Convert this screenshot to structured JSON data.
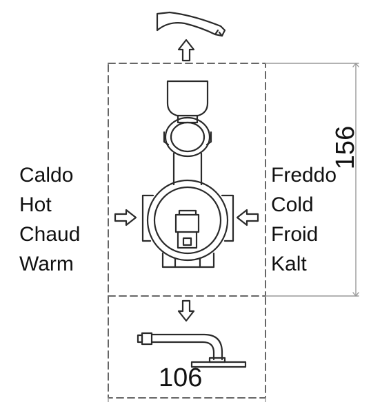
{
  "labels": {
    "left": [
      "Caldo",
      "Hot",
      "Chaud",
      "Warm"
    ],
    "right": [
      "Freddo",
      "Cold",
      "Froid",
      "Kalt"
    ]
  },
  "dimensions": {
    "width": "106",
    "height": "156"
  }
}
